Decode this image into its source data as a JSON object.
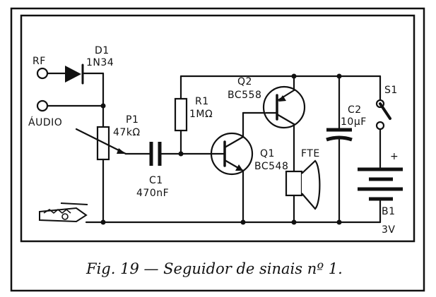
{
  "labels": {
    "rf": "RF",
    "audio": "ÁUDIO",
    "d1_name": "D1",
    "d1_part": "1N34",
    "p1_name": "P1",
    "p1_value": "47kΩ",
    "r1_name": "R1",
    "r1_value": "1MΩ",
    "c1_name": "C1",
    "c1_value": "470nF",
    "q2_name": "Q2",
    "q2_part": "BC558",
    "q1_name": "Q1",
    "q1_part": "BC548",
    "c2_name": "C2",
    "c2_value": "10μF",
    "fte": "FTE",
    "s1_name": "S1",
    "b1_name": "B1",
    "b1_value": "3V",
    "plus": "+"
  },
  "caption": "Fig. 19 — Seguidor de sinais nº 1."
}
